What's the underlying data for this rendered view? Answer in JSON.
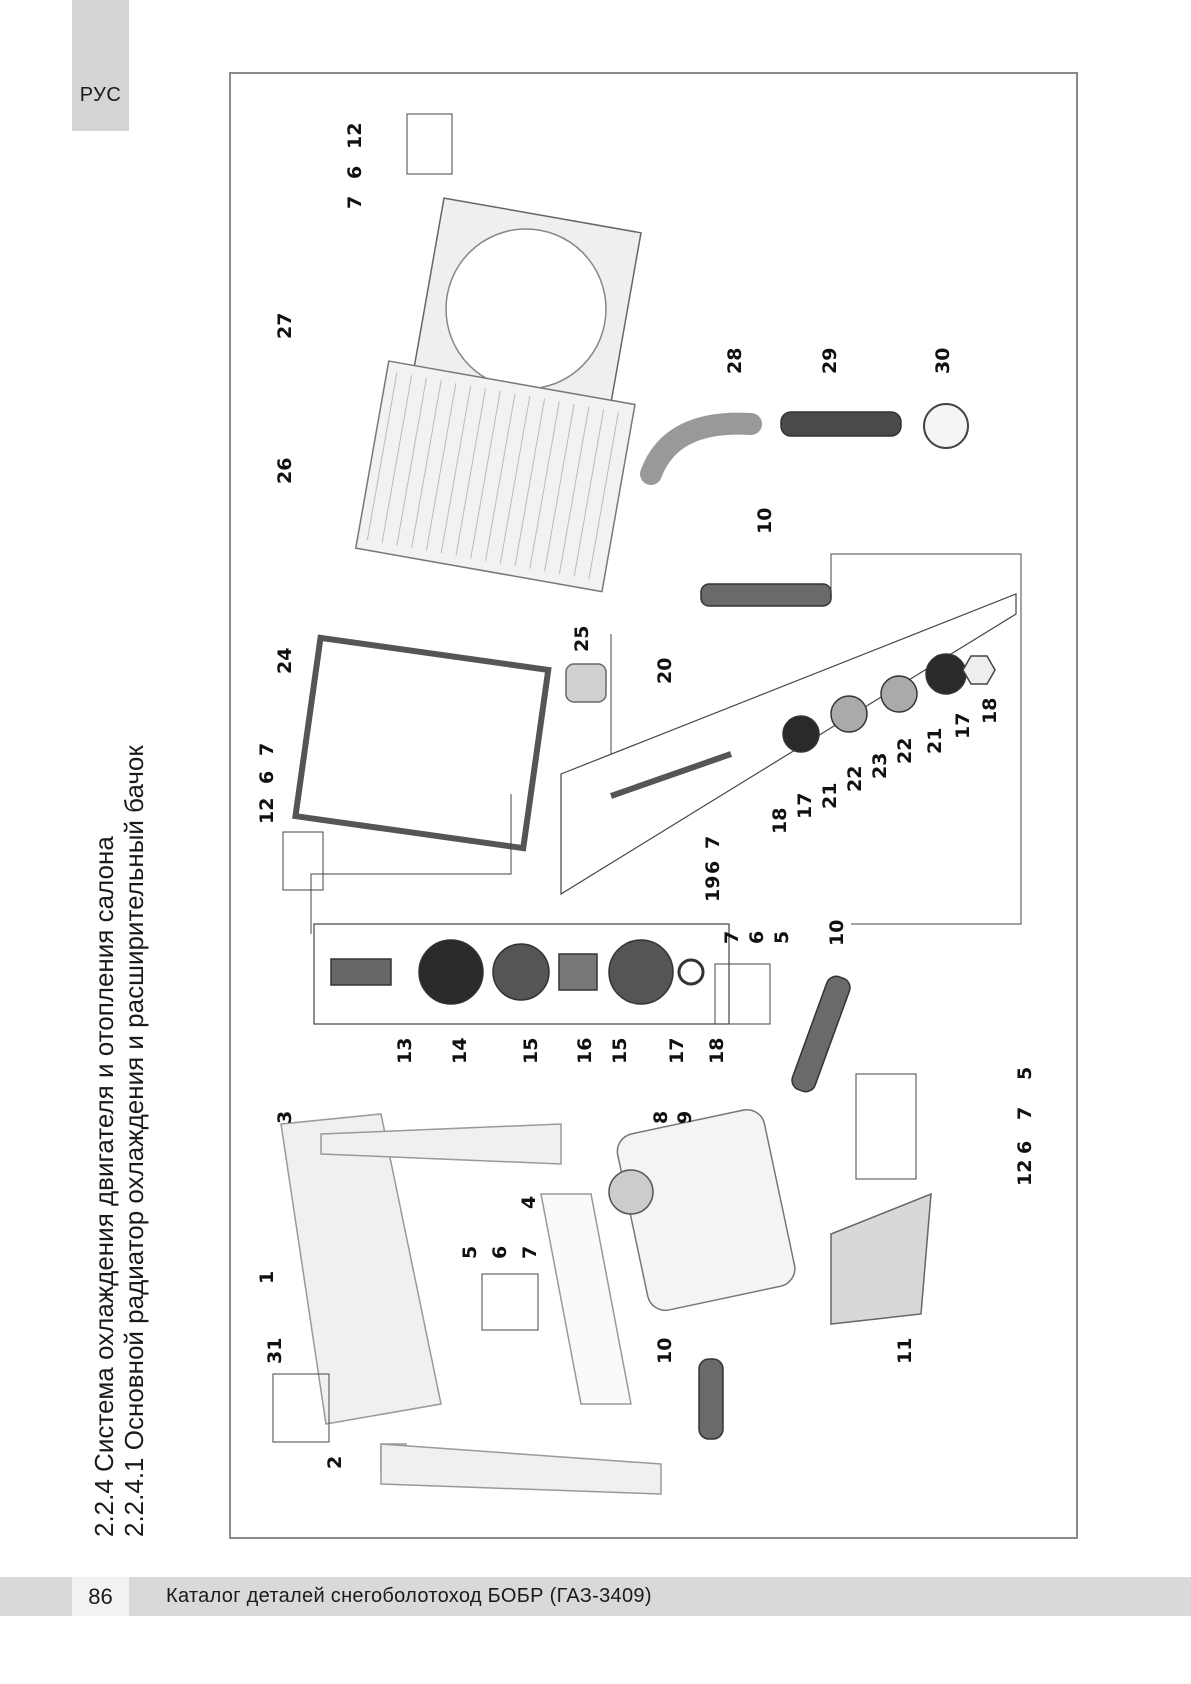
{
  "header": {
    "lang_label": "РУС"
  },
  "titles": {
    "section": "2.2.4 Система охлаждения двигателя и отопления салона",
    "subsection": "2.2.4.1 Основной радиатор охлаждения и расширительный бачок"
  },
  "diagram": {
    "callouts": [
      "12",
      "6",
      "7",
      "27",
      "26",
      "28",
      "29",
      "30",
      "10",
      "24",
      "25",
      "20",
      "7",
      "6",
      "12",
      "18",
      "17",
      "21",
      "22",
      "23",
      "22",
      "21",
      "17",
      "18",
      "7",
      "6",
      "19",
      "13",
      "14",
      "15",
      "16",
      "15",
      "17",
      "18",
      "7",
      "6",
      "5",
      "10",
      "3",
      "8",
      "9",
      "4",
      "5",
      "6",
      "7",
      "5",
      "7",
      "6",
      "12",
      "1",
      "31",
      "2",
      "10",
      "11"
    ]
  },
  "footer": {
    "page_number": "86",
    "catalog_title": "Каталог деталей снегоболотоход БОБР (ГАЗ-3409)"
  },
  "colors": {
    "tab_gray": "#d4d4d4",
    "footer_gray": "#d9d9d9",
    "frame_gray": "#8a8a8a"
  }
}
